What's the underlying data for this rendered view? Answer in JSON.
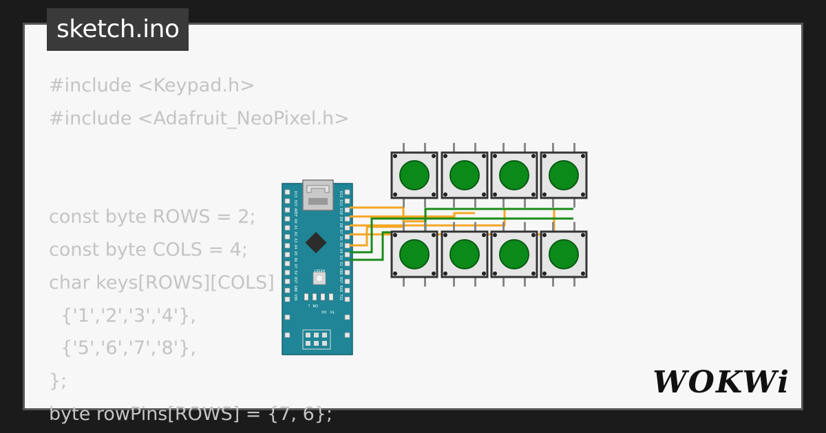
{
  "file_tab": {
    "name": "sketch.ino"
  },
  "code_lines": [
    "#include <Keypad.h>",
    "#include <Adafruit_NeoPixel.h>",
    "",
    "",
    "const byte ROWS = 2;",
    "const byte COLS = 4;",
    "char keys[ROWS][COLS] = {",
    "  {'1','2','3','4'},",
    "  {'5','6','7','8'},",
    "};",
    "byte rowPins[ROWS] = {7, 6};"
  ],
  "board": {
    "label_reset": "RESET",
    "label_on": "ON",
    "label_l": "L",
    "label_tx": "TX",
    "label_rx": "RX",
    "pins_left": "D13 3V3 AREF A0 A1 A2 A3 A4 A5 A6 A7 5V RST GND VIN",
    "pins_right": "D12 D11 D10 D9 D8 D7 D6 D5 D4 D3 D2 GND RST RX0 TX1"
  },
  "buttons": {
    "rows": 2,
    "cols": 4,
    "cap_color": "#0b8a1a"
  },
  "wires": {
    "orange": "#f5a623",
    "green": "#1a8a1a"
  },
  "brand": {
    "name": "WOKWi"
  },
  "colors": {
    "background": "#1b1b1b",
    "card": "#f7f7f7",
    "tab": "#3a3a3a",
    "code_text": "#c4c4c4",
    "board": "#1f8597"
  }
}
